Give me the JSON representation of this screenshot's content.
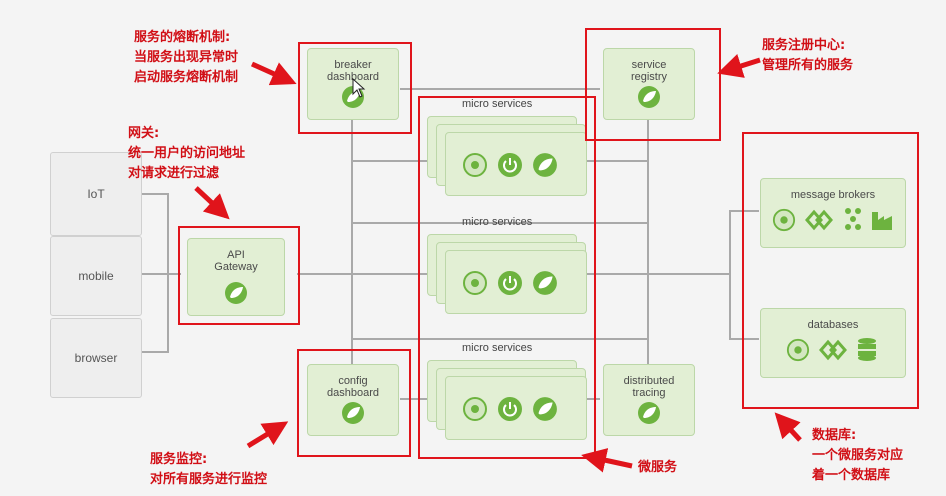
{
  "clients": [
    "IoT",
    "mobile",
    "browser"
  ],
  "api_gateway": {
    "line1": "API",
    "line2": "Gateway"
  },
  "breaker": {
    "line1": "breaker",
    "line2": "dashboard"
  },
  "config": {
    "line1": "config",
    "line2": "dashboard"
  },
  "registry": {
    "line1": "service",
    "line2": "registry"
  },
  "tracing": {
    "line1": "distributed",
    "line2": "tracing"
  },
  "microservices_label": "micro services",
  "message_brokers": "message brokers",
  "databases": "databases",
  "annotations": {
    "breaker": [
      "服务的熔断机制:",
      "当服务出现异常时",
      "启动服务熔断机制"
    ],
    "gateway": [
      "网关:",
      "统一用户的访问地址",
      "对请求进行过滤"
    ],
    "registry": [
      "服务注册中心:",
      "管理所有的服务"
    ],
    "monitor": [
      "服务监控:",
      "对所有服务进行监控"
    ],
    "micro": [
      "微服务"
    ],
    "database": [
      "数据库:",
      "一个微服务对应",
      "着一个数据库"
    ]
  },
  "colors": {
    "accent_red": "#e0141b",
    "green_box": "#e2efd4",
    "green_icon": "#6db33f"
  }
}
